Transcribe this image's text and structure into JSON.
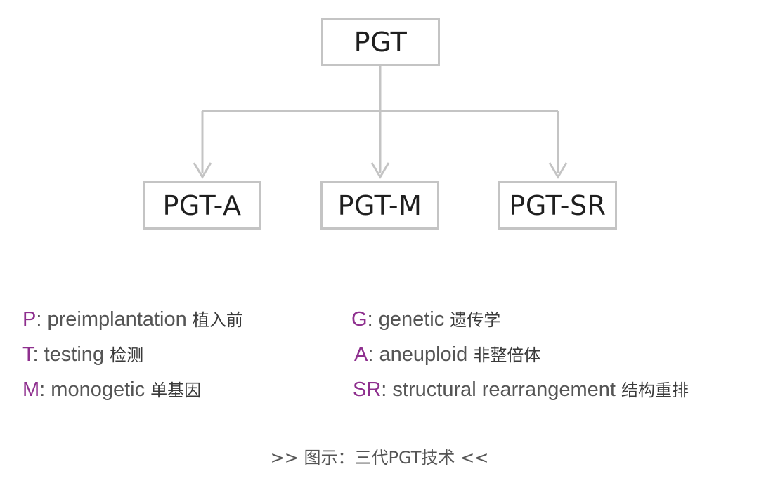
{
  "colors": {
    "abbr_accent": "#8e2f8e",
    "connector": "#c4c4c4",
    "node_border": "#c4c4c4",
    "node_text": "#1f1f1f",
    "legend_text": "#555555"
  },
  "diagram": {
    "root": "PGT",
    "children": [
      "PGT-A",
      "PGT-M",
      "PGT-SR"
    ]
  },
  "legend": [
    {
      "abbr": "P",
      "sep": ": ",
      "term": "preimplantation",
      "cn": "植入前"
    },
    {
      "abbr": "T",
      "sep": ": ",
      "term": "testing",
      "cn": "检测"
    },
    {
      "abbr": "M",
      "sep": ": ",
      "term": "monogetic",
      "cn": "单基因"
    },
    {
      "abbr": "G",
      "sep": ": ",
      "term": "genetic",
      "cn": "遗传学"
    },
    {
      "abbr": "A",
      "sep": ": ",
      "term": "aneuploid",
      "cn": "非整倍体"
    },
    {
      "abbr": "SR",
      "sep": ": ",
      "term": "structural rearrangement",
      "cn": "结构重排"
    }
  ],
  "caption": ">> 图示：三代PGT技术 <<"
}
